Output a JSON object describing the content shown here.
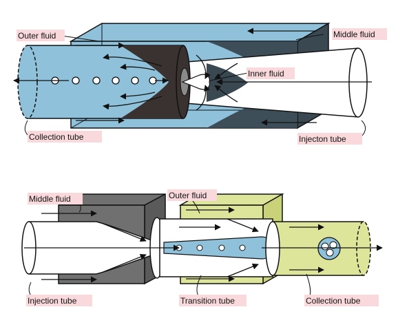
{
  "diagram_top": {
    "labels": {
      "outer_fluid": "Outer fluid",
      "middle_fluid": "Middle fluid",
      "inner_fluid": "Inner fluid",
      "collection_tube": "Collection tube",
      "injection_tube": "Injecton tube"
    },
    "colors": {
      "outer_fluid": "#8fc1da",
      "middle_fluid_dark": "#3a4852",
      "inner_fluid": "#ffffff",
      "outline": "#111111",
      "label_bg": "#f9d9dc"
    }
  },
  "diagram_bottom": {
    "labels": {
      "middle_fluid": "Middle fluid",
      "outer_fluid": "Outer fluid",
      "injection_tube": "Injection tube",
      "transition_tube": "Transition tube",
      "collection_tube": "Collection tube"
    },
    "colors": {
      "middle_block": "#707070",
      "outer_block": "#dde59a",
      "drop_fluid": "#8fc1da",
      "outline": "#111111",
      "label_bg": "#f9d9dc"
    }
  }
}
